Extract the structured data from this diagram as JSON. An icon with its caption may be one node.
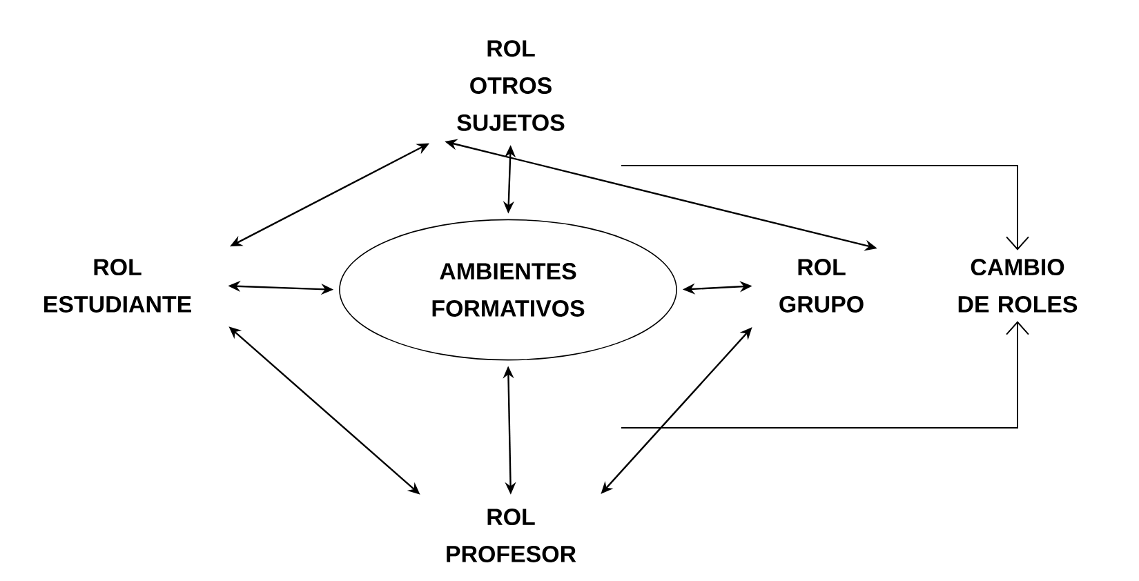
{
  "diagram": {
    "nodes": [
      {
        "text": [
          "ROL OTROS SUJETOS"
        ]
      },
      {
        "text": [
          "ROL ESTUDIANTE"
        ]
      },
      {
        "text": [
          "AMBIENTES FORMATIVOS"
        ]
      },
      {
        "text": [
          "ROL GRUPO"
        ]
      },
      {
        "text": [
          "CAMBIO DE ROLES"
        ]
      },
      {
        "text": [
          "ROL PROFESOR"
        ]
      }
    ],
    "edges": [
      {
        "from": 1,
        "to": 0,
        "arrow": "both"
      },
      {
        "from": 1,
        "to": 2,
        "arrow": "both"
      },
      {
        "from": 1,
        "to": 5,
        "arrow": "both"
      },
      {
        "from": 0,
        "to": 2,
        "arrow": "both"
      },
      {
        "from": 0,
        "to": 3,
        "arrow": "both"
      },
      {
        "from": 2,
        "to": 3,
        "arrow": "both"
      },
      {
        "from": 2,
        "to": 5,
        "arrow": "both"
      },
      {
        "from": 5,
        "to": 3,
        "arrow": "both"
      },
      {
        "from": null,
        "to": 4,
        "arrow": "to"
      },
      {
        "from": null,
        "to": 4,
        "arrow": "to"
      }
    ]
  }
}
